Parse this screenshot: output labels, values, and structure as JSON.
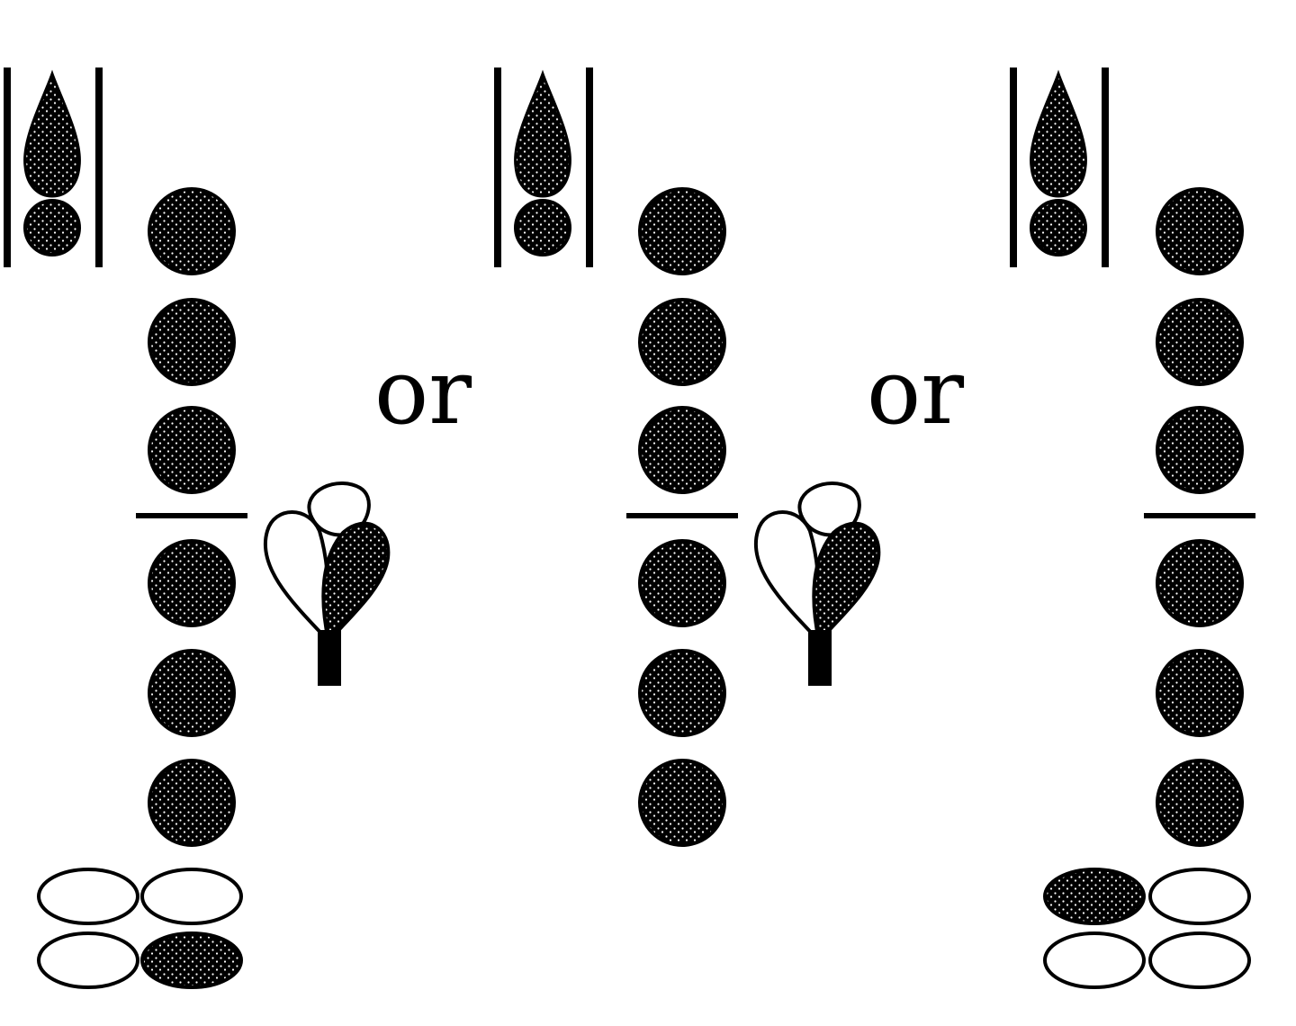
{
  "diagram": {
    "separators": [
      "or",
      "or"
    ],
    "colors": {
      "ink": "#000000",
      "paper": "#ffffff",
      "stipple": "#ffffff"
    },
    "fingerings": [
      {
        "id": "fingering-1",
        "column_holes": [
          "filled",
          "filled",
          "filled",
          "filled",
          "filled",
          "filled"
        ],
        "foot_keys": [
          "open",
          "open",
          "open",
          "filled"
        ],
        "has_side_key": true,
        "thumb_hole": "filled"
      },
      {
        "id": "fingering-2",
        "column_holes": [
          "filled",
          "filled",
          "filled",
          "filled",
          "filled",
          "filled"
        ],
        "foot_keys": [],
        "has_side_key": true,
        "thumb_hole": "filled"
      },
      {
        "id": "fingering-3",
        "column_holes": [
          "filled",
          "filled",
          "filled",
          "filled",
          "filled",
          "filled"
        ],
        "foot_keys": [
          "filled",
          "open",
          "open",
          "open"
        ],
        "has_side_key": false,
        "thumb_hole": "filled"
      }
    ]
  }
}
